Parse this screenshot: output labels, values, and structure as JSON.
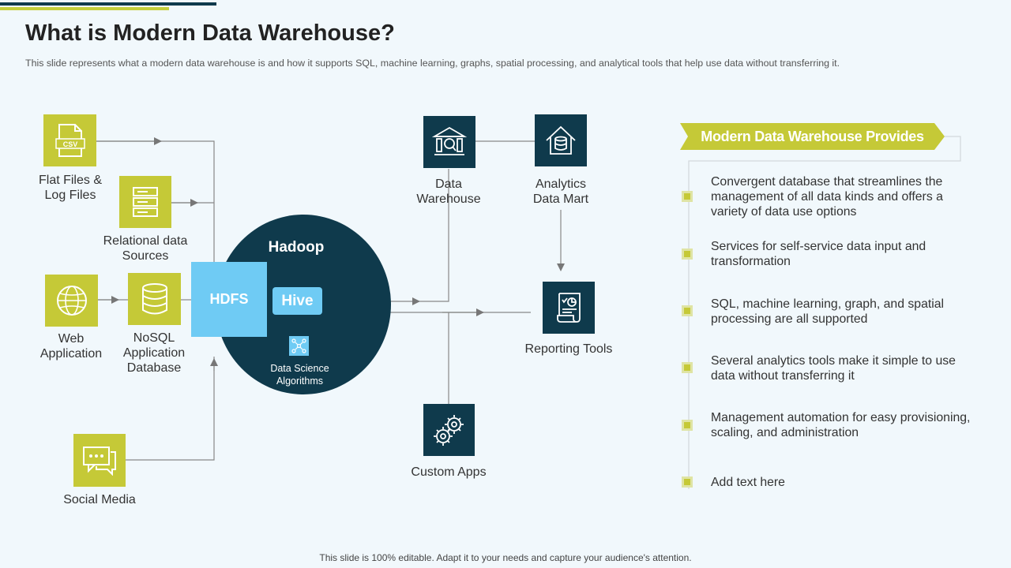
{
  "header": {
    "title": "What is Modern Data Warehouse?",
    "subtitle": "This slide represents what a modern data warehouse is and how it supports SQL, machine learning, graphs, spatial processing, and analytical tools that help use data without transferring  it."
  },
  "sources": {
    "flat_files": [
      "Flat Files &",
      "Log Files"
    ],
    "relational": [
      "Relational data",
      "Sources"
    ],
    "web_app": [
      "Web",
      "Application"
    ],
    "nosql": [
      "NoSQL",
      "Application",
      "Database"
    ],
    "social_media": "Social Media",
    "csv_badge": "CSV"
  },
  "hadoop": {
    "title": "Hadoop",
    "hdfs": "HDFS",
    "hive": "Hive",
    "algorithms": [
      "Data Science",
      "Algorithms"
    ]
  },
  "outputs": {
    "data_warehouse": [
      "Data",
      "Warehouse"
    ],
    "analytics_mart": [
      "Analytics",
      "Data Mart"
    ],
    "reporting_tools": "Reporting Tools",
    "custom_apps": "Custom Apps"
  },
  "provides": {
    "heading": "Modern Data Warehouse Provides",
    "items": [
      [
        "Convergent database that streamlines the",
        "management of all data kinds and offers a",
        "variety of data use options"
      ],
      [
        "Services for self-service data input and",
        "transformation"
      ],
      [
        "SQL, machine learning, graph, and spatial",
        "processing are all supported"
      ],
      [
        "Several analytics tools make it simple to use",
        "data without transferring  it"
      ],
      [
        "Management automation for easy provisioning,",
        "scaling, and administration"
      ],
      [
        "Add text here"
      ]
    ]
  },
  "footer": "This slide is 100% editable. Adapt it to your needs and capture your audience's attention.",
  "colors": {
    "navy": "#0f3a4c",
    "lime": "#c5c937",
    "sky": "#6fcbf4",
    "background": "#f1f8fc"
  },
  "icons": [
    "csv-file-icon",
    "server-icon",
    "globe-icon",
    "database-icon",
    "chat-icon",
    "warehouse-icon",
    "house-database-icon",
    "report-icon",
    "gears-icon",
    "network-icon"
  ]
}
